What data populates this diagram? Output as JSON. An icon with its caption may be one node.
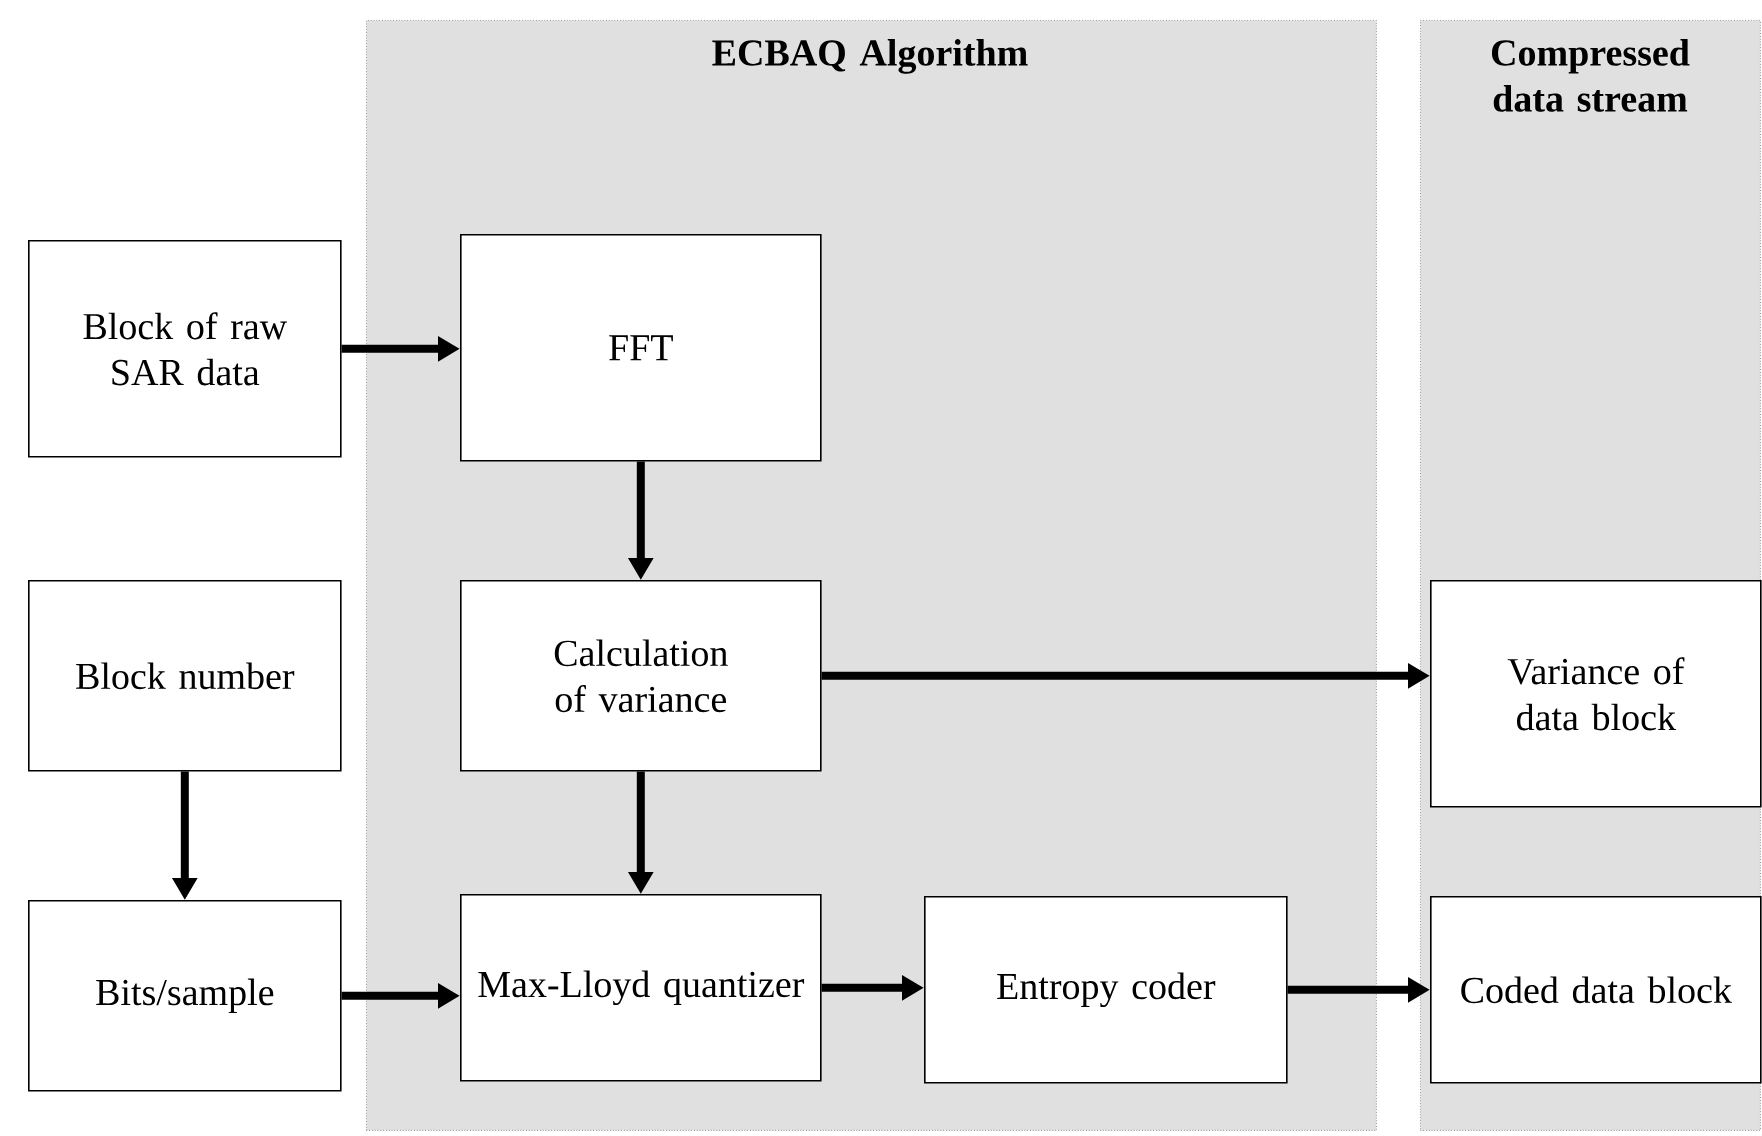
{
  "diagram": {
    "nodes": [
      {
        "text": [
          "ECBAQ Algorithm"
        ]
      },
      {
        "text": [
          "Compressed data stream"
        ]
      },
      {
        "text": [
          "Block of raw SAR data"
        ]
      },
      {
        "text": [
          "FFT"
        ],
        "in": 0
      },
      {
        "text": [
          "Calculation of variance"
        ],
        "in": 0
      },
      {
        "text": [
          "Variance of data block"
        ],
        "in": 1
      },
      {
        "text": [
          "Block number"
        ]
      },
      {
        "text": [
          "Bits/sample"
        ]
      },
      {
        "text": [
          "Max-Lloyd quantizer"
        ],
        "in": 0
      },
      {
        "text": [
          "Entropy coder"
        ],
        "in": 0
      },
      {
        "text": [
          "Coded data block"
        ],
        "in": 1
      }
    ],
    "edges": [
      {
        "from": 2,
        "to": 3,
        "arrow": "to"
      },
      {
        "from": 3,
        "to": 4,
        "arrow": "to"
      },
      {
        "from": 4,
        "to": 5,
        "arrow": "to"
      },
      {
        "from": 6,
        "to": 7,
        "arrow": "to"
      },
      {
        "from": 4,
        "to": 8,
        "arrow": "to"
      },
      {
        "from": 7,
        "to": 8,
        "arrow": "to"
      },
      {
        "from": 8,
        "to": 9,
        "arrow": "to"
      },
      {
        "from": 9,
        "to": 10,
        "arrow": "to"
      }
    ]
  }
}
